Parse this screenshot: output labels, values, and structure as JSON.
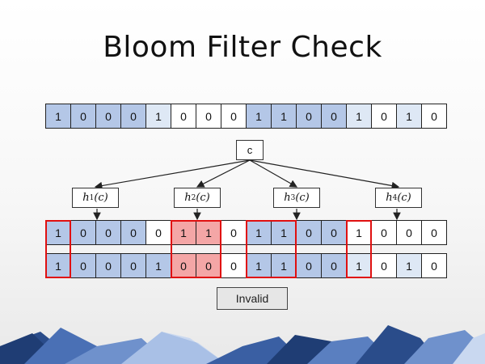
{
  "title": "Bloom Filter Check",
  "filter_bits": [
    "1",
    "0",
    "0",
    "0",
    "1",
    "0",
    "0",
    "0",
    "1",
    "1",
    "0",
    "0",
    "1",
    "0",
    "1",
    "0"
  ],
  "element": "c",
  "hash_functions": [
    {
      "name": "h",
      "sub": "1",
      "arg": "(c)"
    },
    {
      "name": "h",
      "sub": "2",
      "arg": "(c)"
    },
    {
      "name": "h",
      "sub": "3",
      "arg": "(c)"
    },
    {
      "name": "h",
      "sub": "4",
      "arg": "(c)"
    }
  ],
  "hashed_bits": [
    "1",
    "0",
    "0",
    "0",
    "0",
    "1",
    "1",
    "0",
    "1",
    "1",
    "0",
    "0",
    "1",
    "0",
    "0",
    "0"
  ],
  "compare_bits": [
    "1",
    "0",
    "0",
    "0",
    "1",
    "0",
    "0",
    "0",
    "1",
    "1",
    "0",
    "0",
    "1",
    "0",
    "1",
    "0"
  ],
  "result": "Invalid",
  "colors": {
    "blue": "#b4c7e7",
    "light": "#dee8f5",
    "white": "#ffffff",
    "pink": "#f4a6a6",
    "highlight": "#e01010"
  }
}
